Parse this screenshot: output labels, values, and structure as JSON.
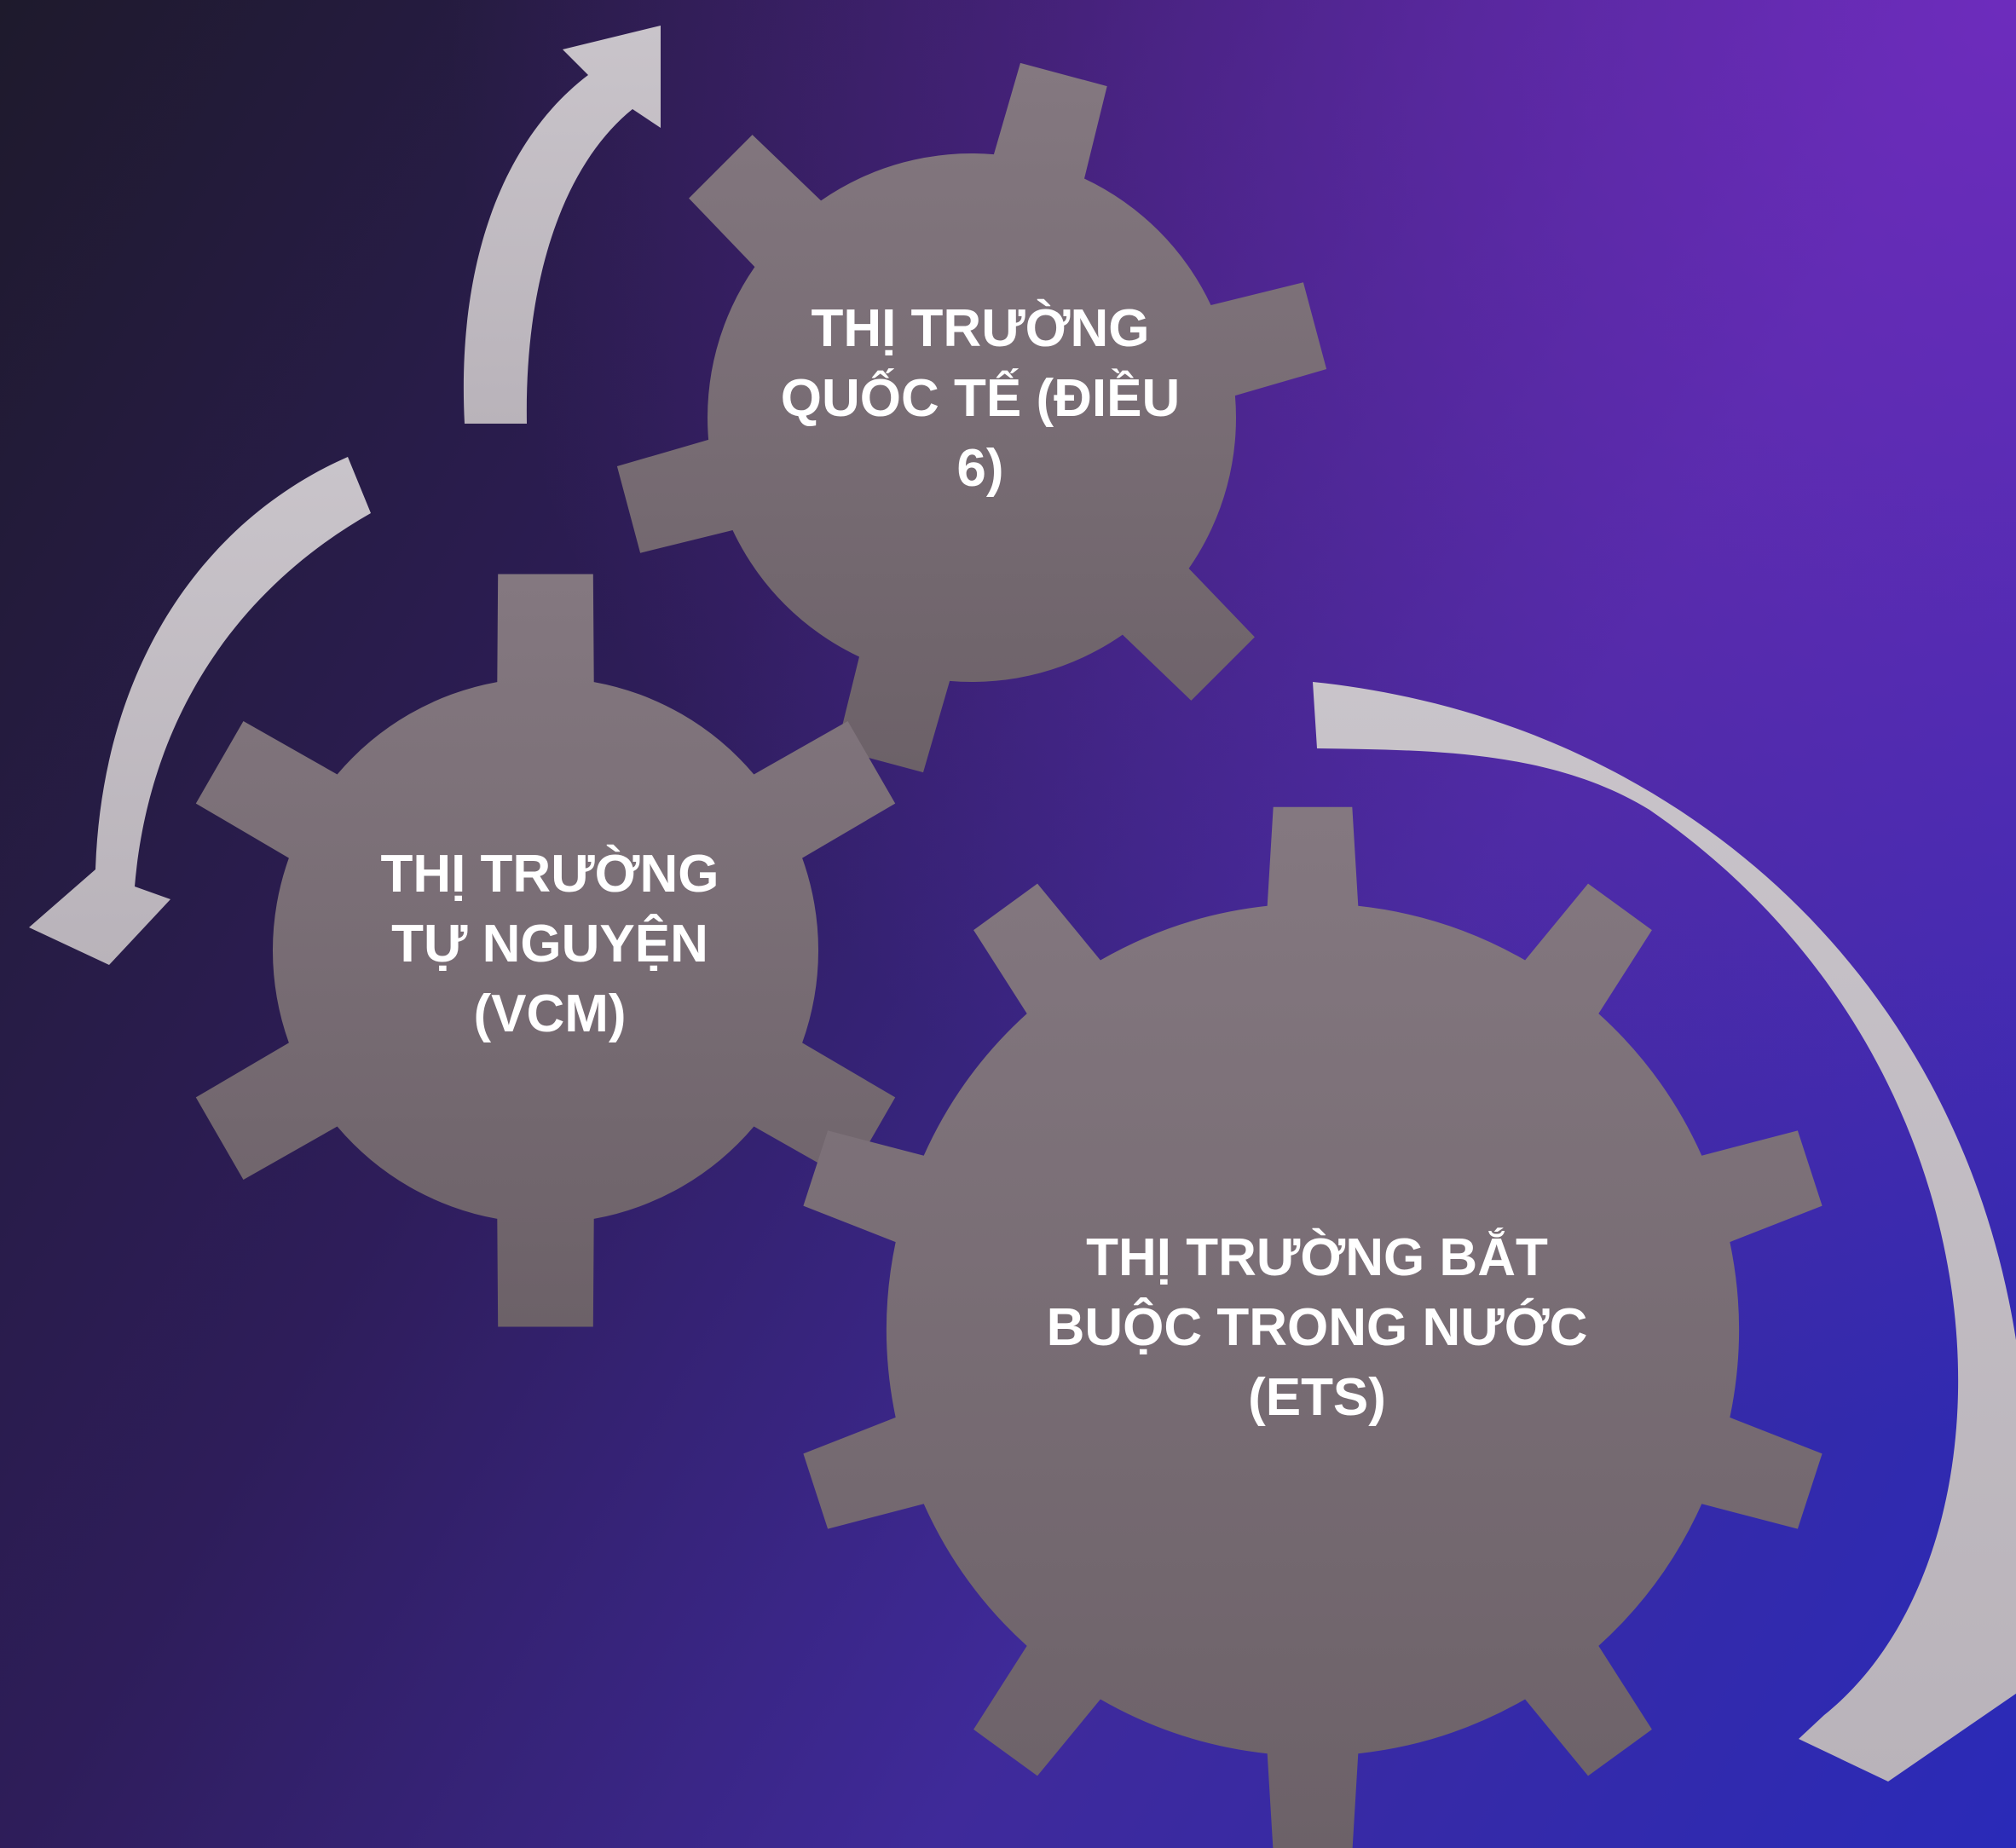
{
  "gears": {
    "international": {
      "lines": [
        "THỊ TRƯỜNG",
        "QUỐC TẾ (ĐIỀU",
        "6)"
      ]
    },
    "voluntary": {
      "lines": [
        "THỊ TRƯỜNG",
        "TỰ NGUYỆN",
        "(VCM)"
      ]
    },
    "domestic": {
      "lines": [
        "THỊ TRƯỜNG BẮT",
        "BUỘC TRONG NƯỚC",
        "(ETS)"
      ]
    }
  },
  "colors": {
    "gear": "#7b6e76",
    "arrow": "#c5c0c6"
  }
}
